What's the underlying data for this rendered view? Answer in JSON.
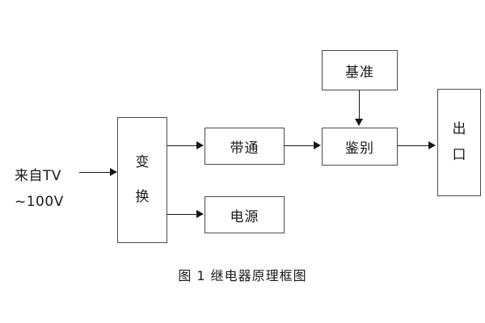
{
  "figure": {
    "caption": "图 1  继电器原理框图",
    "source": {
      "line1": "来自TV",
      "line2": "~100V"
    },
    "blocks": {
      "convert": {
        "label": "变换",
        "char1": "变",
        "char2": "换"
      },
      "bandpass": {
        "label": "带通"
      },
      "power": {
        "label": "电源"
      },
      "reference": {
        "label": "基准"
      },
      "discriminator": {
        "label": "鉴别"
      },
      "output": {
        "label": "出口",
        "char1": "出",
        "char2": "口"
      }
    },
    "colors": {
      "background": "#ffffff",
      "box_border": "#4a4a4a",
      "connector": "#161616",
      "text": "#1a1a1a"
    }
  }
}
